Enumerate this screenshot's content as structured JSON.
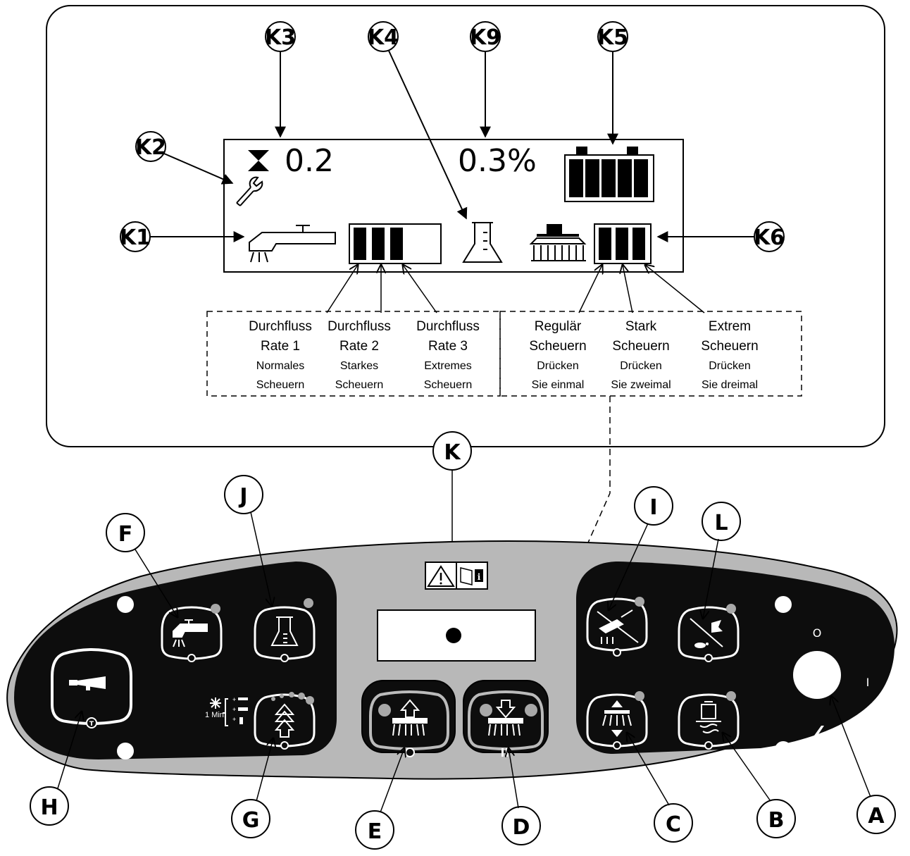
{
  "display": {
    "hour_value": "0.2",
    "detergent_percent": "0.3%"
  },
  "callouts": {
    "k1": "K1",
    "k2": "K2",
    "k3": "K3",
    "k4": "K4",
    "k5": "K5",
    "k6": "K6",
    "k9": "K9",
    "k": "K",
    "a": "A",
    "b": "B",
    "c": "C",
    "d": "D",
    "e": "E",
    "f": "F",
    "g": "G",
    "h": "H",
    "i": "I",
    "j": "J",
    "l": "L"
  },
  "flow_rates": [
    {
      "line1": "Durchfluss",
      "line2": "Rate 1",
      "line3": "Normales",
      "line4": "Scheuern"
    },
    {
      "line1": "Durchfluss",
      "line2": "Rate 2",
      "line3": "Starkes",
      "line4": "Scheuern"
    },
    {
      "line1": "Durchfluss",
      "line2": "Rate 3",
      "line3": "Extremes",
      "line4": "Scheuern"
    }
  ],
  "scrub_levels": [
    {
      "line1": "Regulär",
      "line2": "Scheuern",
      "line3": "Drücken",
      "line4": "Sie einmal"
    },
    {
      "line1": "Stark",
      "line2": "Scheuern",
      "line3": "Drücken",
      "line4": "Sie zweimal"
    },
    {
      "line1": "Extrem",
      "line2": "Scheuern",
      "line3": "Drücken",
      "line4": "Sie dreimal"
    }
  ],
  "panel": {
    "one_min_label": "1 Min.",
    "key_off": "O",
    "key_on": "I"
  },
  "icons": [
    "hourglass-icon",
    "wrench-icon",
    "faucet-icon",
    "beaker-icon",
    "battery-icon",
    "scrub-brush-icon",
    "horn-icon",
    "warning-icon",
    "manual-icon",
    "power-icon"
  ],
  "colors": {
    "panel_gray": "#b8b8b8",
    "panel_black": "#0d0d0d",
    "indicator_gray": "#a8a8a8"
  }
}
